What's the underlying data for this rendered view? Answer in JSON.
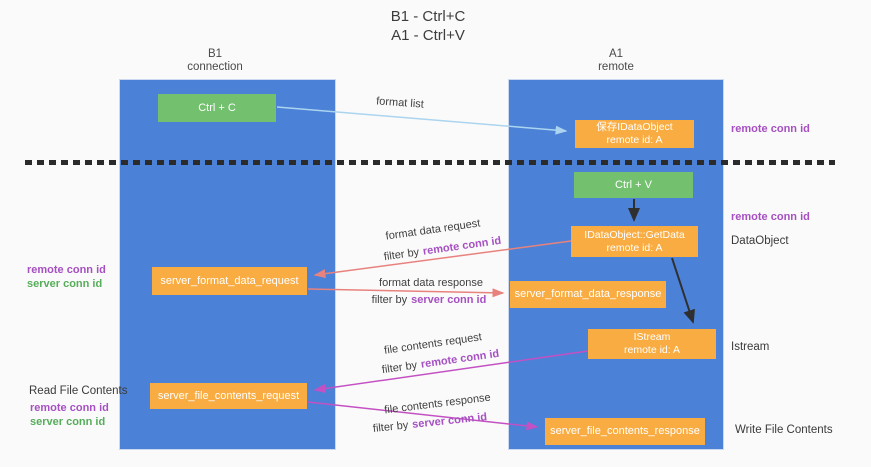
{
  "title": {
    "line1": "B1 - Ctrl+C",
    "line2": "A1 - Ctrl+V"
  },
  "columns": {
    "left": {
      "header_line1": "B1",
      "header_line2": "connection"
    },
    "right": {
      "header_line1": "A1",
      "header_line2": "remote"
    }
  },
  "boxes": {
    "ctrl_c": "Ctrl + C",
    "ctrl_v": "Ctrl + V",
    "save_obj_line1": "保存IDataObject",
    "save_obj_line2": "remote id: A",
    "getdata_line1": "IDataObject::GetData",
    "getdata_line2": "remote id: A",
    "istream_line1": "IStream",
    "istream_line2": "remote id: A",
    "format_request": "server_format_data_request",
    "format_response": "server_format_data_response",
    "file_request": "server_file_contents_request",
    "file_response": "server_file_contents_response"
  },
  "labels": {
    "format_list": "format list",
    "format_data_request": "format data request",
    "format_data_response": "format data response",
    "file_contents_request": "file contents request",
    "file_contents_response": "file contents response",
    "filter_by": "filter by",
    "remote_conn_id": "remote conn id",
    "server_conn_id": "server conn id",
    "dataobject": "DataObject",
    "istream": "Istream",
    "read_file_contents": "Read File Contents",
    "write_file_contents": "Write File Contents"
  },
  "colors": {
    "column_blue": "#4b81d6",
    "box_green": "#73c06f",
    "box_orange": "#f8ac42",
    "arrow_lightblue": "#abd4ef",
    "arrow_salmon": "#e8827e",
    "arrow_magenta": "#c351c3",
    "arrow_black": "#2f2f2f",
    "text_purple": "#a650c2",
    "text_green": "#56ad5a"
  }
}
